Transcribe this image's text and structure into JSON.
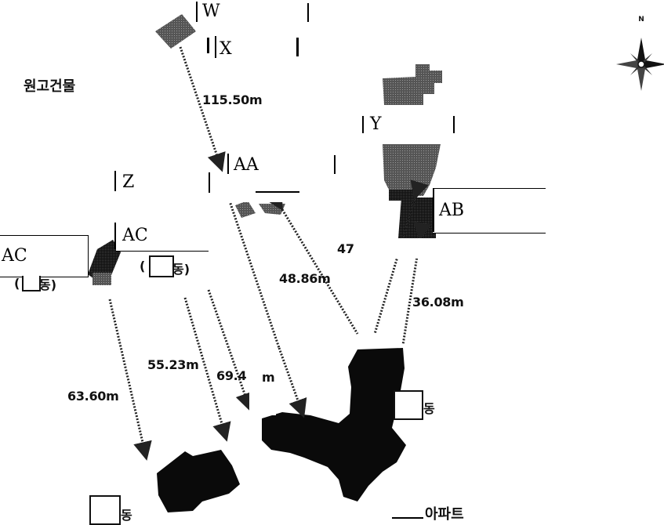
{
  "labels": {
    "w": "W",
    "x": "X",
    "y": "Y",
    "z": "Z",
    "aa": "AA",
    "ab": "AB",
    "ac_left": "AC",
    "ac_top": "AC"
  },
  "distances": {
    "d1": "115.50m",
    "d2": "48.86m",
    "d3": "36.08m",
    "d4": "55.23m",
    "d5": "69.4",
    "d5_unit": "m",
    "d6": "63.60m",
    "d7": "47"
  },
  "korean": {
    "building_left": "원고건물",
    "dong_right": "동",
    "dong_bottom": "동",
    "dong_left_paren": "동)",
    "dong_center": "동)",
    "paren_open": "(",
    "apartment": "아파트"
  },
  "compass": {
    "north": "N"
  }
}
